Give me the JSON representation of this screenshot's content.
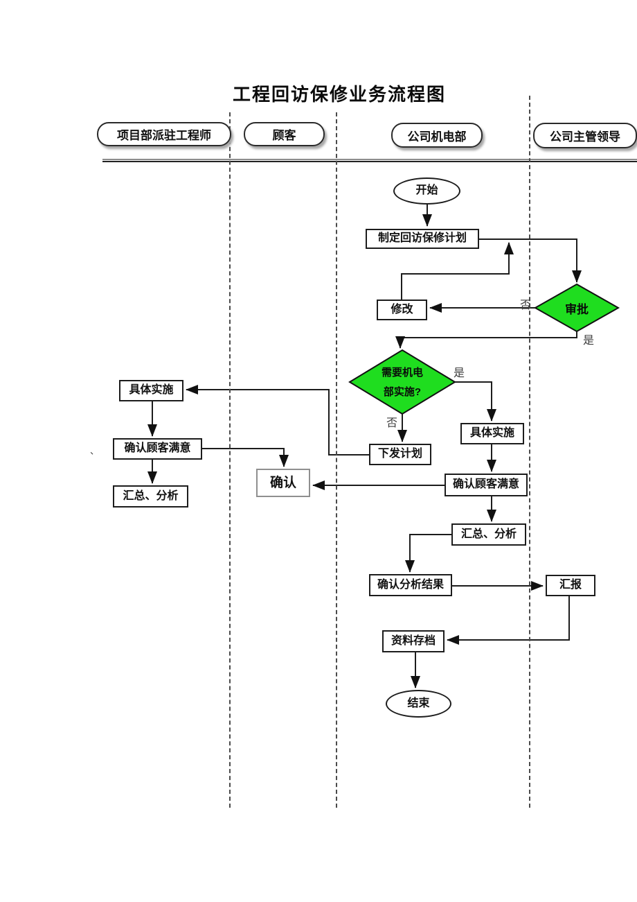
{
  "title": "工程回访保修业务流程图",
  "lanes": [
    {
      "label": "项目部派驻工程师"
    },
    {
      "label": "顾客"
    },
    {
      "label": "公司机电部"
    },
    {
      "label": "公司主管领导"
    }
  ],
  "nodes": {
    "start": "开始",
    "plan": "制定回访保修计划",
    "modify": "修改",
    "approve": "审批",
    "decide_line1": "需要机电",
    "decide_line2": "部实施?",
    "issue": "下发计划",
    "confirm": "确认",
    "impl_left": "具体实施",
    "satisfy_left": "确认顾客满意",
    "summary_left": "汇总、分析",
    "impl_right": "具体实施",
    "satisfy_right": "确认顾客满意",
    "summary_right": "汇总、分析",
    "analysis_result": "确认分析结果",
    "report": "汇报",
    "archive": "资料存档",
    "end": "结束"
  },
  "edge_labels": {
    "approve_no": "否",
    "approve_yes": "是",
    "decide_yes": "是",
    "decide_no": "否"
  },
  "stray_mark": "、",
  "colors": {
    "diamond_fill": "#1fdd1f",
    "line": "#1c1c1c"
  }
}
